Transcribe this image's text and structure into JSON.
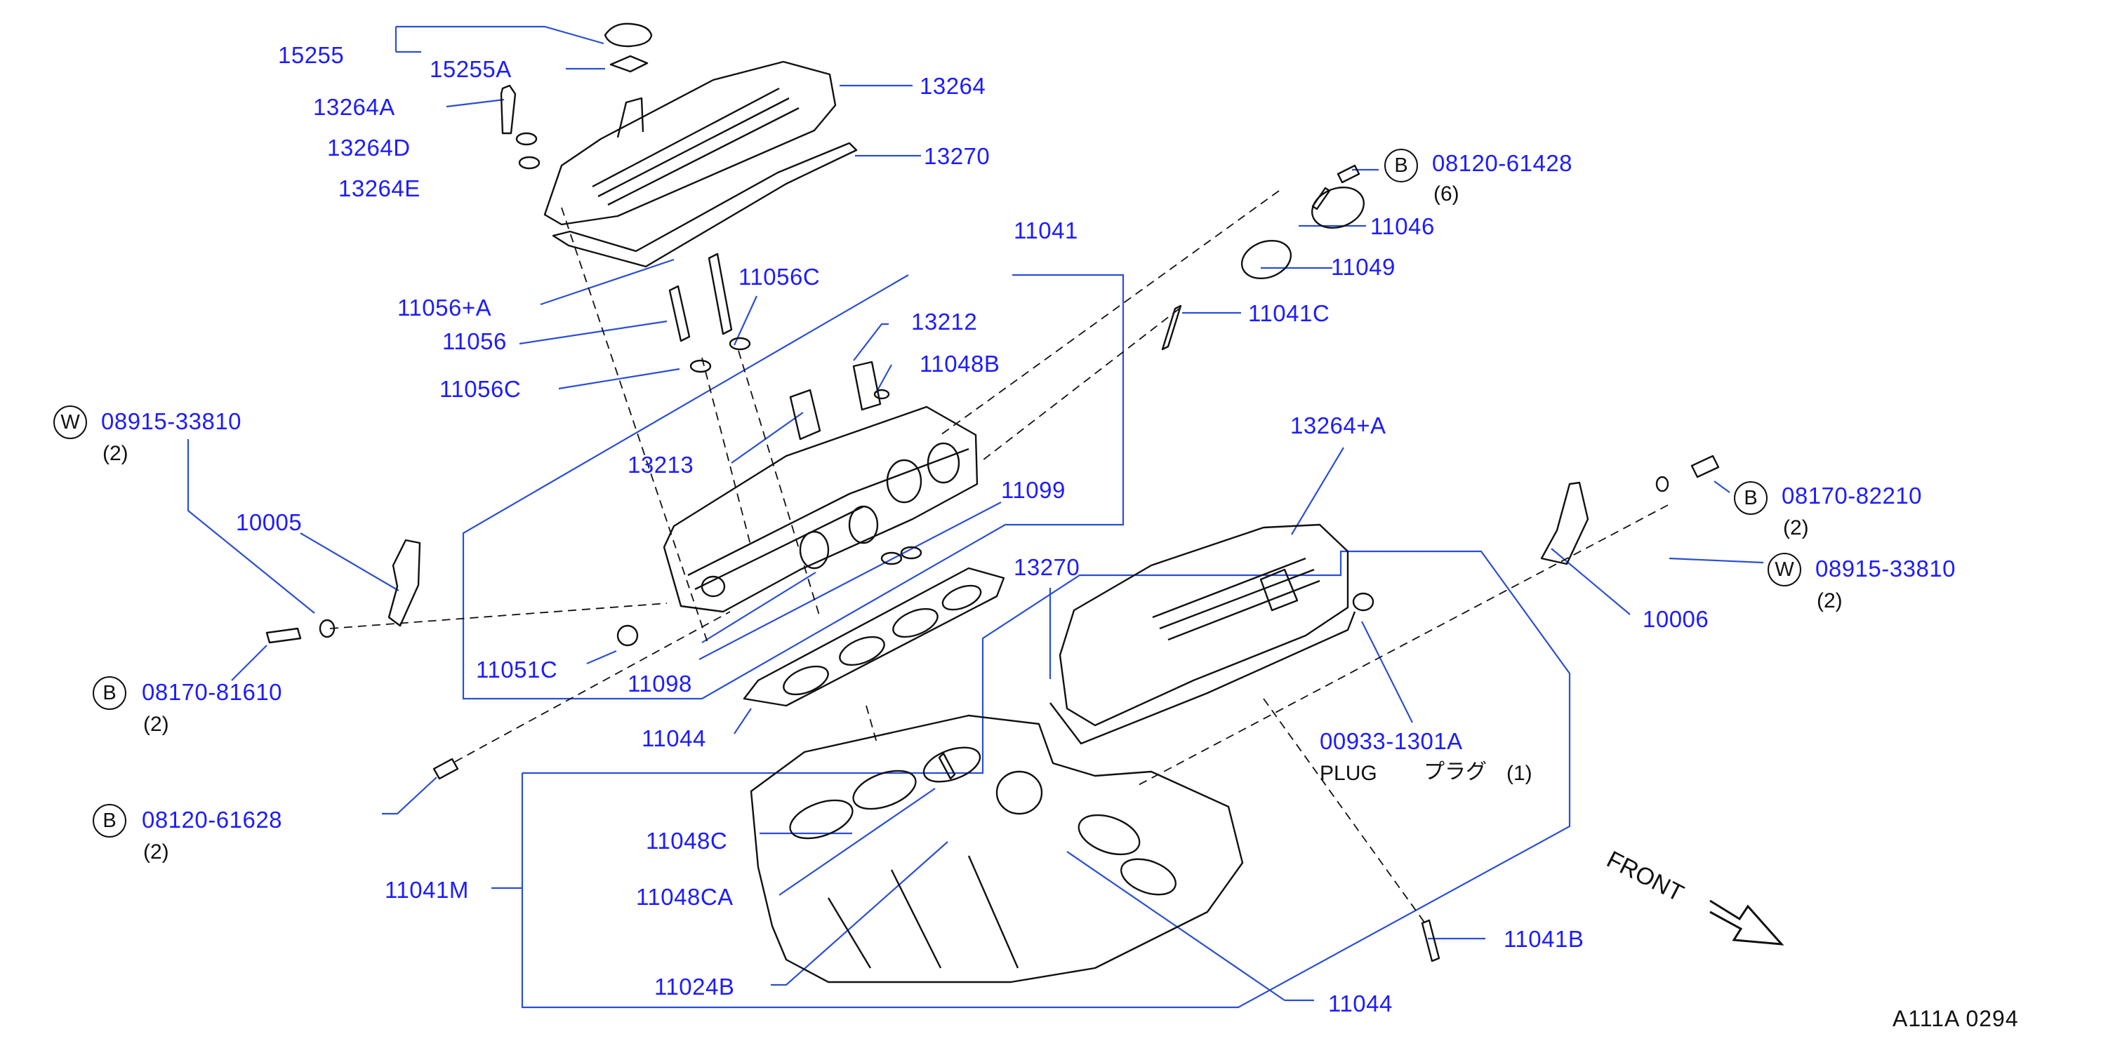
{
  "colors": {
    "part_number": "#1c1cff",
    "leader_line": "#2a4fd4",
    "drawing": "#111111",
    "background": "#ffffff"
  },
  "callouts": {
    "p15255": "15255",
    "p15255A": "15255A",
    "p13264A": "13264A",
    "p13264D": "13264D",
    "p13264E": "13264E",
    "p13264": "13264",
    "p13270_top": "13270",
    "p08120_61428": "08120-61428",
    "p11046": "11046",
    "p11049": "11049",
    "p11041": "11041",
    "p11041C": "11041C",
    "p11056A": "11056+A",
    "p11056C_top": "11056C",
    "p11056": "11056",
    "p11056C_bottom": "11056C",
    "p13212": "13212",
    "p11048B": "11048B",
    "p08915_33810_left": "08915-33810",
    "p13213": "13213",
    "p11099": "11099",
    "p10005": "10005",
    "p13264A_plus": "13264+A",
    "p13270_mid": "13270",
    "p08170_82210": "08170-82210",
    "p08915_33810_right": "08915-33810",
    "p10006": "10006",
    "p08170_81610": "08170-81610",
    "p11051C": "11051C",
    "p11098": "11098",
    "p11044_mid": "11044",
    "p00933_1301A": "00933-1301A",
    "p08120_61628": "08120-61628",
    "p11048C": "11048C",
    "p11041M": "11041M",
    "p11048CA": "11048CA",
    "p11041B": "11041B",
    "p11024B": "11024B",
    "p11044_bottom": "11044"
  },
  "quantities": {
    "q08120_61428": "(6)",
    "q08915_33810_left": "(2)",
    "q08170_82210": "(2)",
    "q08915_33810_right": "(2)",
    "q08170_81610": "(2)",
    "q08120_61628": "(2)",
    "q_plug": "(1)"
  },
  "badges": {
    "b_08120_61428": "B",
    "w_08915_33810_left": "W",
    "b_08170_82210": "B",
    "w_08915_33810_right": "W",
    "b_08170_81610": "B",
    "b_08120_61628": "B"
  },
  "plug": {
    "english": "PLUG",
    "japanese": "プラグ"
  },
  "front_marker": "FRONT",
  "doc_code": "A111A  0294"
}
